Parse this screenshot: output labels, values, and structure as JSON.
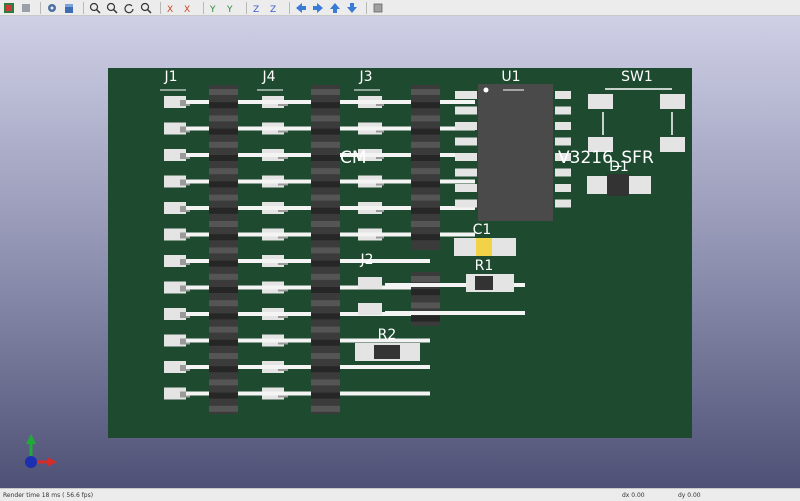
{
  "toolbar": {
    "icons": [
      "pcb-icon",
      "refresh-icon",
      "settings-icon",
      "cube-icon",
      "zoom-in-icon",
      "zoom-out-icon",
      "redraw-icon",
      "zoom-fit-icon",
      "rotate-x-cw-icon",
      "rotate-x-ccw-icon",
      "rotate-y-cw-icon",
      "rotate-y-ccw-icon",
      "rotate-z-cw-icon",
      "rotate-z-ccw-icon",
      "pan-left-icon",
      "pan-right-icon",
      "pan-up-icon",
      "pan-down-icon",
      "ortho-icon"
    ]
  },
  "board": {
    "refs": {
      "J1": "J1",
      "J4": "J4",
      "J3": "J3",
      "U1": "U1",
      "SW1": "SW1",
      "D1": "D1",
      "C1": "C1",
      "R1": "R1",
      "J2": "J2",
      "R2": "R2"
    },
    "silk_text": {
      "partial_left": "CM",
      "partial_right": "V3216_SFR"
    },
    "colors": {
      "board": "#1e4a30",
      "pad": "#e4e4e4",
      "body": "#3a3a3a",
      "accent": "#f2d347"
    }
  },
  "status": {
    "render_time": "Render time 18 ms ( 56.6 fps)",
    "dx": "dx 0.00",
    "dy": "dy 0.00"
  }
}
